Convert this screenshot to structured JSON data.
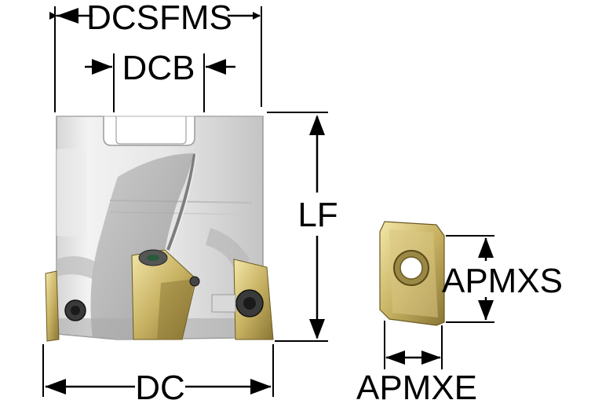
{
  "dimension_labels": {
    "dcsfms": "DCSFMS",
    "dcb": "DCB",
    "lf": "LF",
    "dc": "DC",
    "apmxs": "APMXS",
    "apmxe": "APMXE"
  },
  "colors": {
    "body_light": "#e8e8e8",
    "body_mid": "#cfcfcf",
    "body_dark": "#9c9c9c",
    "insert_gold": "#c9b46a",
    "insert_gold_light": "#ede2a8",
    "insert_gold_dark": "#7d6a2c",
    "line": "#000000"
  }
}
